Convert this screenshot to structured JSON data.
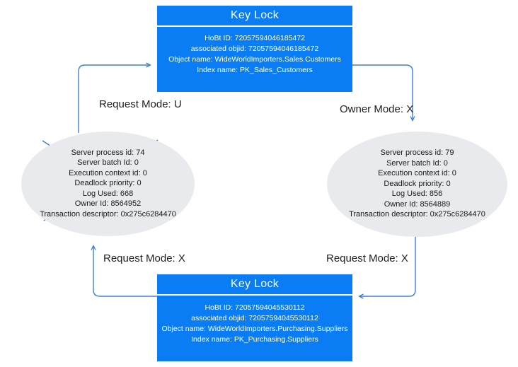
{
  "colors": {
    "lock_fill": "#0b7df4",
    "lock_text": "#ffffff",
    "ellipse_fill": "#e8eaed",
    "arrow": "#3f7fd0",
    "label_text": "#1f1f1f"
  },
  "locks": {
    "top": {
      "title": "Key Lock",
      "lines": [
        "HoBt ID: 72057594046185472",
        "associated objid: 72057594046185472",
        "Object name: WideWorldImporters.Sales.Customers",
        "Index name: PK_Sales_Customers"
      ]
    },
    "bottom": {
      "title": "Key Lock",
      "lines": [
        "HoBt ID: 72057594045530112",
        "associated objid: 72057594045530112",
        "Object name: WideWorldImporters.Purchasing.Suppliers",
        "Index name: PK_Purchasing.Suppliers"
      ]
    }
  },
  "processes": {
    "left": {
      "victim": true,
      "lines": [
        "Server process id: 74",
        "Server batch Id: 0",
        "Execution context id: 0",
        "Deadlock priority: 0",
        "Log Used: 668",
        "Owner Id: 8564952",
        "Transaction descriptor: 0x275c6284470"
      ]
    },
    "right": {
      "victim": false,
      "lines": [
        "Server process id: 79",
        "Server batch Id: 0",
        "Execution context id: 0",
        "Deadlock priority: 0",
        "Log Used: 856",
        "Owner Id: 8564889",
        "Transaction descriptor: 0x275c6284470"
      ]
    }
  },
  "edges": {
    "left_top_label": "Request Mode: U",
    "right_top_label": "Owner Mode: X",
    "left_bottom_label": "Request Mode: X",
    "right_bottom_label": "Request Mode: X"
  }
}
